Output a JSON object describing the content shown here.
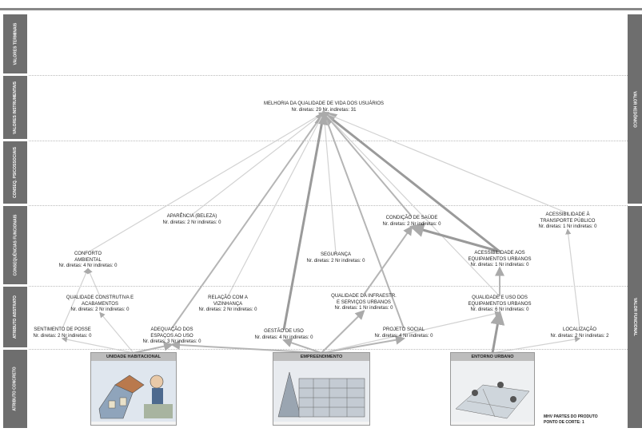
{
  "bands": {
    "valores_terminais": "VALORES TERMINAIS",
    "valores_instrumentais": "VALORES INSTRUMENTAIS",
    "consequencias_psicossociais": "CONSEQ. PSICOSSOCIAIS",
    "consequencias_funcionais": "CONSEQUÊNCIAS FUNCIONAIS",
    "atributo_abstrato": "ATRIBUTO ABSTRATO",
    "atributo_concreto": "ATRIBUTO CONCRETO"
  },
  "right_labels": {
    "valor_hedonico": "VALOR HEDÔNICO",
    "valor_funcional": "VALOR FUNCIONAL"
  },
  "nodes": {
    "melhoria": {
      "title": "MELHORIA DA QUALIDADE DE VIDA DOS USUÁRIOS",
      "counts": "Nr. diretas: 29 Nr. indiretas: 31"
    },
    "aparencia": {
      "title": "APARÊNCIA (BELEZA)",
      "counts": "Nr. diretas: 2 Nr indiretas: 0"
    },
    "condicao_saude": {
      "title": "CONDIÇÃO DE SAÚDE",
      "counts": "Nr. diretas: 2 Nr indiretas: 0"
    },
    "acess_transporte": {
      "title": "ACESSIBILIDADE À\nTRANSPORTE PÚBLICO",
      "counts": "Nr. diretas: 1 Nr indiretas: 0"
    },
    "conforto": {
      "title": "CONFORTO\nAMBIENTAL",
      "counts": "Nr. diretas: 4 Nr indiretas: 0"
    },
    "seguranca": {
      "title": "SEGURANÇA",
      "counts": "Nr. diretas: 2 Nr indiretas: 0"
    },
    "acess_equip": {
      "title": "ACESSIBILIDADE AOS\nEQUIPAMENTOS URBANOS",
      "counts": "Nr. diretas: 1 Nr indiretas: 0"
    },
    "qualidade_construtiva": {
      "title": "QUALIDADE CONSTRUTIVA E\nACABAMENTOS",
      "counts": "Nr. diretas: 2 Nr indiretas: 0"
    },
    "relacao_vizinhanca": {
      "title": "RELAÇÃO COM A\nVIZINHANÇA",
      "counts": "Nr. diretas: 2 Nr indiretas: 0"
    },
    "qualidade_infra": {
      "title": "QUALIDADE DA INFRAESTR.\nE SERVIÇOS URBANOS",
      "counts": "Nr. diretas: 1 Nr indiretas: 0"
    },
    "qualidade_uso_equip": {
      "title": "QUALIDADE E USO DOS\nEQUIPAMENTOS URBANOS",
      "counts": "Nr. diretas: 6 Nr indiretas: 0"
    },
    "sentimento_posse": {
      "title": "SENTIMENTO DE POSSE",
      "counts": "Nr. diretas: 2 Nr indiretas: 0"
    },
    "adequacao_espacos": {
      "title": "ADEQUAÇÃO DOS\nESPAÇOS AO USO",
      "counts": "Nr. diretas: 3 Nr indiretas: 0"
    },
    "gestao_uso": {
      "title": "GESTÃO DE USO",
      "counts": "Nr. diretas: 4 Nr indiretas: 0"
    },
    "projeto_social": {
      "title": "PROJETO SOCIAL",
      "counts": "Nr. diretas: 4 Nr indiretas: 0"
    },
    "localizacao": {
      "title": "LOCALIZAÇÃO",
      "counts": "Nr. diretas: 2 Nr indiretas: 2"
    }
  },
  "cards": {
    "unidade": "UNIDADE HABITACIONAL",
    "empreendimento": "EMPREENDIMENTO",
    "entorno": "ENTORNO URBANO"
  },
  "footer": {
    "line1": "MHV PARTES DO PRODUTO",
    "line2": "PONTO DE CORTE: 1"
  },
  "edges": [
    {
      "from": "conforto",
      "to": "melhoria",
      "weight": "light"
    },
    {
      "from": "aparencia",
      "to": "melhoria",
      "weight": "light"
    },
    {
      "from": "seguranca",
      "to": "melhoria",
      "weight": "light"
    },
    {
      "from": "condicao_saude",
      "to": "melhoria",
      "weight": "medium"
    },
    {
      "from": "acess_equip",
      "to": "melhoria",
      "weight": "heavy"
    },
    {
      "from": "acess_transporte",
      "to": "melhoria",
      "weight": "light"
    },
    {
      "from": "adequacao_espacos",
      "to": "melhoria",
      "weight": "medium"
    },
    {
      "from": "gestao_uso",
      "to": "melhoria",
      "weight": "heavy"
    },
    {
      "from": "projeto_social",
      "to": "melhoria",
      "weight": "medium"
    },
    {
      "from": "relacao_vizinhanca",
      "to": "melhoria",
      "weight": "light"
    },
    {
      "from": "qualidade_uso_equip",
      "to": "melhoria",
      "weight": "light"
    },
    {
      "from": "qualidade_uso_equip",
      "to": "acess_equip",
      "weight": "medium"
    },
    {
      "from": "acess_equip",
      "to": "condicao_saude",
      "weight": "heavy"
    },
    {
      "from": "qualidade_infra",
      "to": "condicao_saude",
      "weight": "medium"
    },
    {
      "from": "sentimento_posse",
      "to": "conforto",
      "weight": "light"
    },
    {
      "from": "qualidade_construtiva",
      "to": "conforto",
      "weight": "light"
    },
    {
      "from": "unidade",
      "to": "sentimento_posse",
      "weight": "light"
    },
    {
      "from": "unidade",
      "to": "adequacao_espacos",
      "weight": "medium"
    },
    {
      "from": "unidade",
      "to": "qualidade_construtiva",
      "weight": "light"
    },
    {
      "from": "empreendimento",
      "to": "gestao_uso",
      "weight": "medium"
    },
    {
      "from": "empreendimento",
      "to": "projeto_social",
      "weight": "medium"
    },
    {
      "from": "empreendimento",
      "to": "qualidade_infra",
      "weight": "medium"
    },
    {
      "from": "empreendimento",
      "to": "adequacao_espacos",
      "weight": "medium"
    },
    {
      "from": "empreendimento",
      "to": "qualidade_uso_equip",
      "weight": "light"
    },
    {
      "from": "entorno",
      "to": "qualidade_uso_equip",
      "weight": "heavy"
    },
    {
      "from": "entorno",
      "to": "localizacao",
      "weight": "light"
    },
    {
      "from": "localizacao",
      "to": "acess_transporte",
      "weight": "light"
    }
  ]
}
